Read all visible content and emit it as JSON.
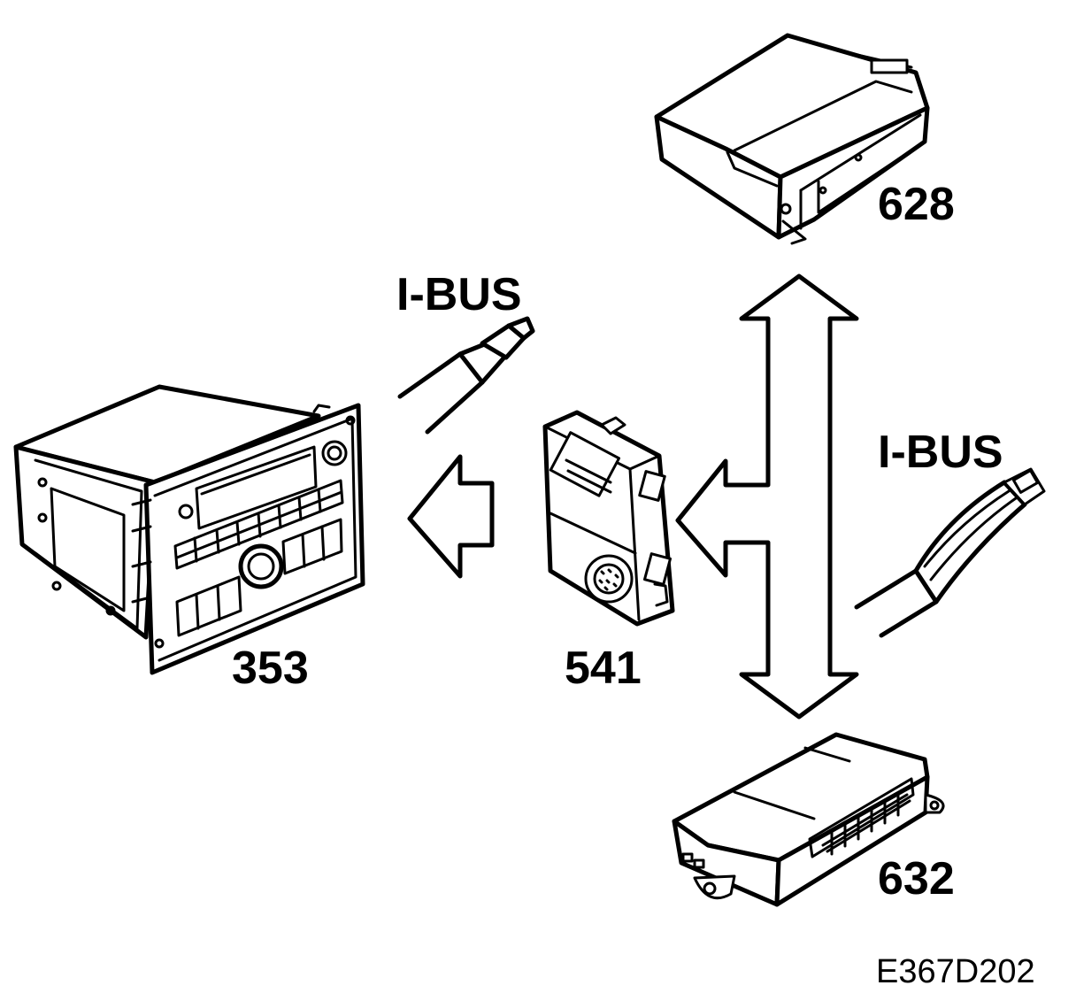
{
  "components": {
    "radio": {
      "label": "353"
    },
    "integration_module": {
      "label": "541"
    },
    "upper_module": {
      "label": "628"
    },
    "lower_module": {
      "label": "632"
    }
  },
  "bus_labels": {
    "left": "I-BUS",
    "right": "I-BUS"
  },
  "figure_code": "E367D202"
}
